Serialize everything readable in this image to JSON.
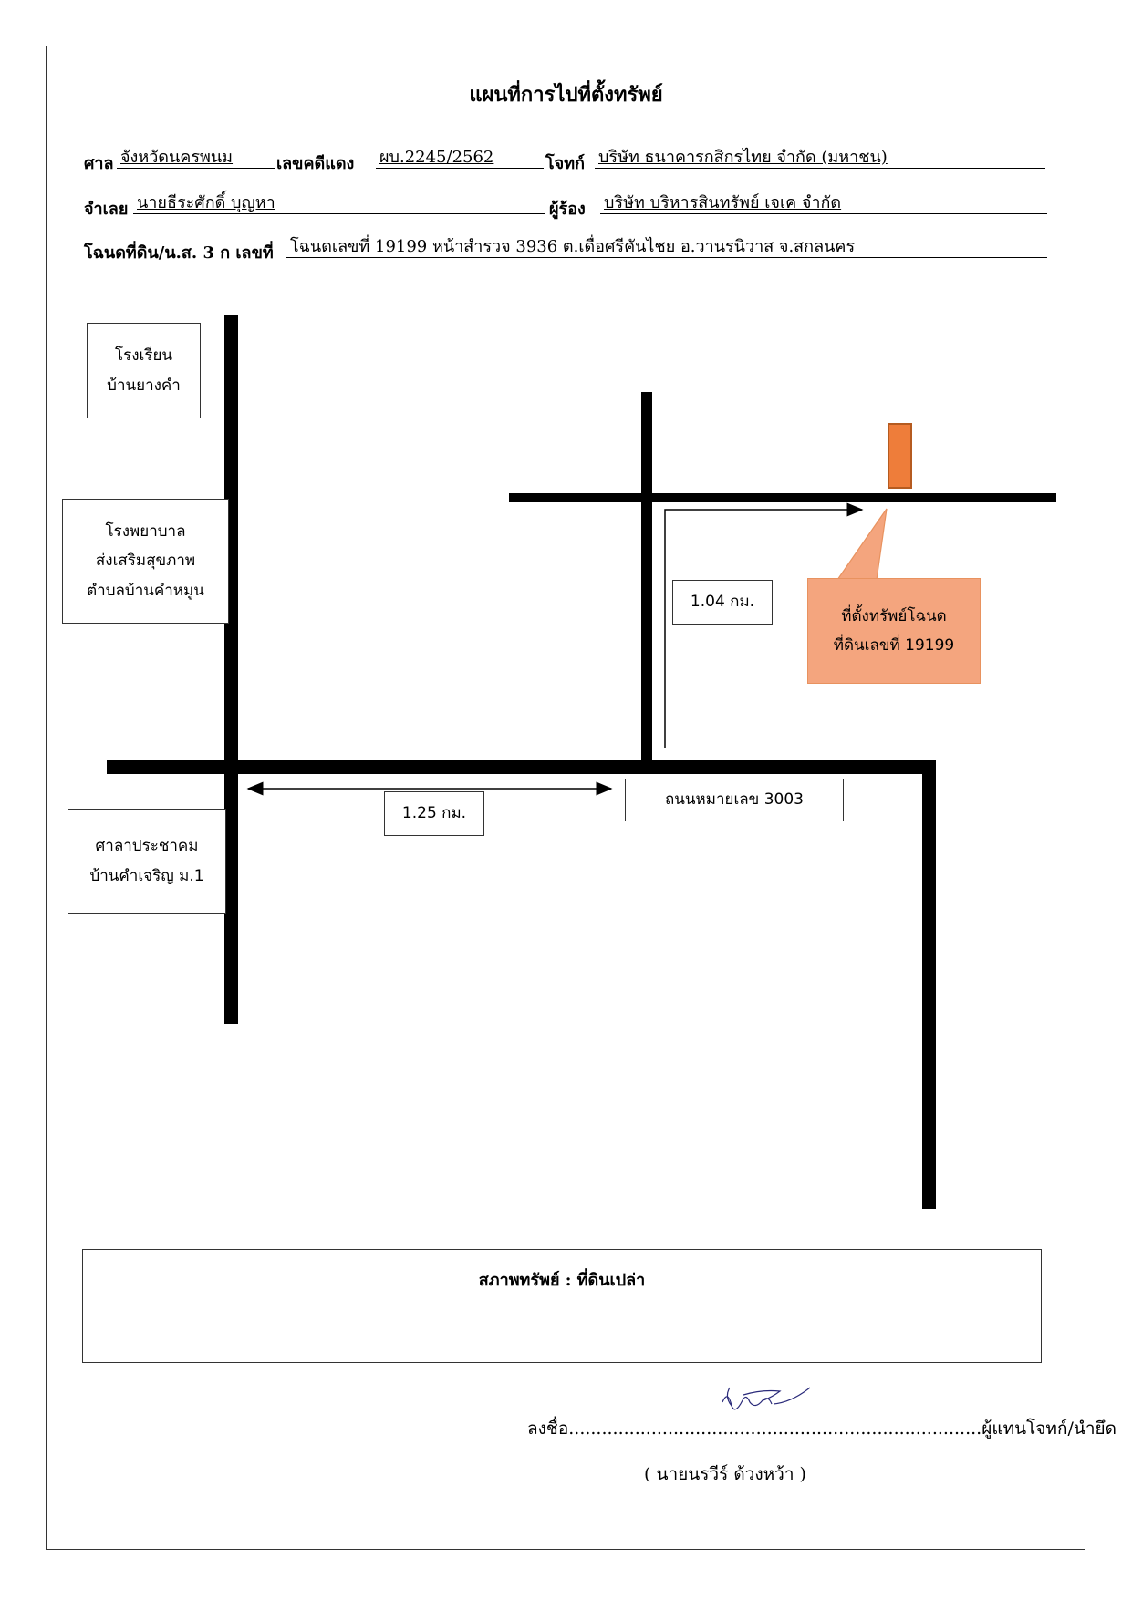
{
  "title": "แผนที่การไปที่ตั้งทรัพย์",
  "header": {
    "court_label": "ศาล",
    "court_value": "จังหวัดนครพนม",
    "case_label": "เลขคดีแดง",
    "case_value": "ผบ.2245/2562",
    "plaintiff_label": "โจทก์",
    "plaintiff_value": "บริษัท ธนาคารกสิกรไทย จำกัด (มหาชน)",
    "defendant_label": "จำเลย",
    "defendant_value": "นายธีระศักดิ์ บุญหา",
    "petitioner_label": "ผู้ร้อง",
    "petitioner_value": "บริษัท บริหารสินทรัพย์ เจเค จำกัด",
    "deed_label_a": "โฉนดที่ดิน/",
    "deed_label_struck": "น.ส. 3 ก",
    "deed_label_b": " เลขที่",
    "deed_value": "โฉนดเลขที่ 19199 หน้าสำรวจ 3936 ต.เดื่อศรีคันไชย อ.วานรนิวาส จ.สกลนคร"
  },
  "map": {
    "school_line1": "โรงเรียน",
    "school_line2": "บ้านยางคำ",
    "hospital_line1": "โรงพยาบาล",
    "hospital_line2": "ส่งเสริมสุขภาพ",
    "hospital_line3": "ตำบลบ้านคำหมูน",
    "hall_line1": "ศาลาประชาคม",
    "hall_line2": "บ้านคำเจริญ ม.1",
    "distance_vertical": "1.04 กม.",
    "distance_horizontal": "1.25 กม.",
    "road_name": "ถนนหมายเลข 3003",
    "callout_line1": "ที่ตั้งทรัพย์โฉนด",
    "callout_line2": "ที่ดินเลขที่ 19199",
    "callout_color": "#f4a57e",
    "property_color": "#ee7d3a"
  },
  "condition": "สภาพทรัพย์ : ที่ดินเปล่า",
  "signature": {
    "sign_prefix": "ลงชื่อ",
    "dots": "...........................................................................",
    "role": "ผู้แทนโจทก์/นำยึด",
    "name": "( นายนรวีร์ ด้วงหว้า )"
  }
}
